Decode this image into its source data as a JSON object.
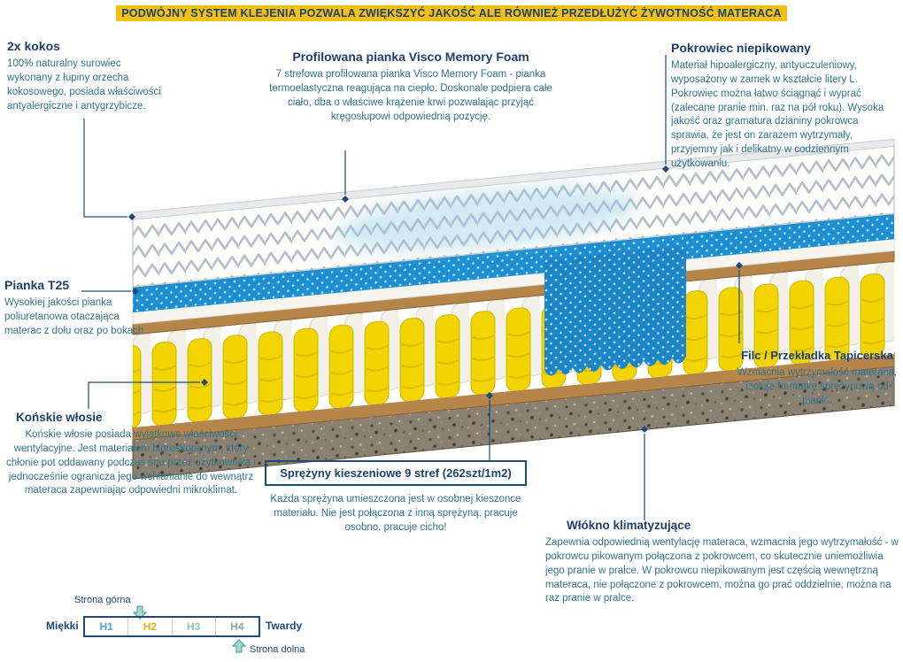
{
  "banner": {
    "text": "PODWÓJNY SYSTEM KLEJENIA POZWALA ZWIĘKSZYĆ JAKOŚĆ ALE RÓWNIEŻ PRZEDŁUŻYĆ ŻYWOTNOŚĆ MATERACA"
  },
  "annotations": {
    "kokos": {
      "title": "2x kokos",
      "body": "100% naturalny surowiec wykonany z łupiny orzecha kokosowego, posiada właściwości antyalergiczne i antygrzybicze."
    },
    "visco": {
      "title": "Profilowana pianka Visco Memory Foam",
      "body": "7 strefowa profilowana pianka Visco Memory Foam - pianka termoelastyczna reagująca na ciepło.  Doskonale podpiera całe ciało, dba o właściwe krążenie krwi pozwalając przyjąć kręgosłupowi odpowiednią pozycję."
    },
    "pokrowiec": {
      "title": "Pokrowiec niepikowany",
      "body": "Materiał hipoalergiczny, antyuczuleniowy, wyposażony w zamek w kształcie litery L. Pokrowiec można łatwo ściągnąć i wyprać (zalecane pranie min.  raz na pół roku). Wysoka jakość oraz gramatura dzianiny pokrowca sprawia, że jest on zarazem wytrzymały, przyjemny jak i delikatny w codziennym użytkowaniu."
    },
    "pianka_t25": {
      "title": "Pianka T25",
      "body": "Wysokiej jakości pianka poliuretanowa otaczająca materac z dołu oraz po bokach."
    },
    "filc": {
      "title": "Filc / Przekładka Tapicerska",
      "body": "Wzmacnia wytrzymałość materaca, izoluje formatkę sprężynową od pianki."
    },
    "konskie_wlosie": {
      "title": "Końskie włosie",
      "body": "Końskie włosie posiada wyjątkowe właściwości wentylacyjne. Jest materiałem higroskopijnym, który chłonie pot oddawany podczas snu przez użytkownika i jednocześnie ogranicza jego wchłanianie do wewnątrz materaca zapewniając odpowiedni mikroklimat."
    },
    "sprezyny": {
      "title": "Sprężyny kieszeniowe 9 stref  (262szt/1m2)",
      "body": "Każda sprężyna umieszczona jest w osobnej kieszonce materiału. Nie jest połączona z inną sprężyną, pracuje osobno, pracuje cicho!"
    },
    "wlokno": {
      "title": "Włókno klimatyzujące",
      "body": "Zapewnia odpowiednią wentylację materaca, wzmacnia jego wytrzymałość - w pokrowcu pikowanym połączona z pokrowcem, co skutecznie uniemożliwia jego pranie w pralce. W pokrowcu niepikowanym jest częścią wewnętrzną materaca, nie połączone z pokrowcem, można go prać oddzielnie, można na raz pranie w pralce."
    }
  },
  "scale": {
    "top_label": "Strona górna",
    "bottom_label": "Strona dolna",
    "soft_label": "Miękki",
    "hard_label": "Twardy",
    "levels": [
      {
        "label": "H1",
        "color": "#4aa4da"
      },
      {
        "label": "H2",
        "color": "#d9b517"
      },
      {
        "label": "H3",
        "color": "#8cc9a4"
      },
      {
        "label": "H4",
        "color": "#98a0a6"
      }
    ]
  },
  "colors": {
    "accent_navy": "#1d4a7a",
    "body_teal": "#2f7489",
    "banner_bg": "#f2c114",
    "spring_yellow": "#f2d400",
    "visco_blue": "#1d8fd1",
    "coconut_brown": "#b5854a"
  }
}
